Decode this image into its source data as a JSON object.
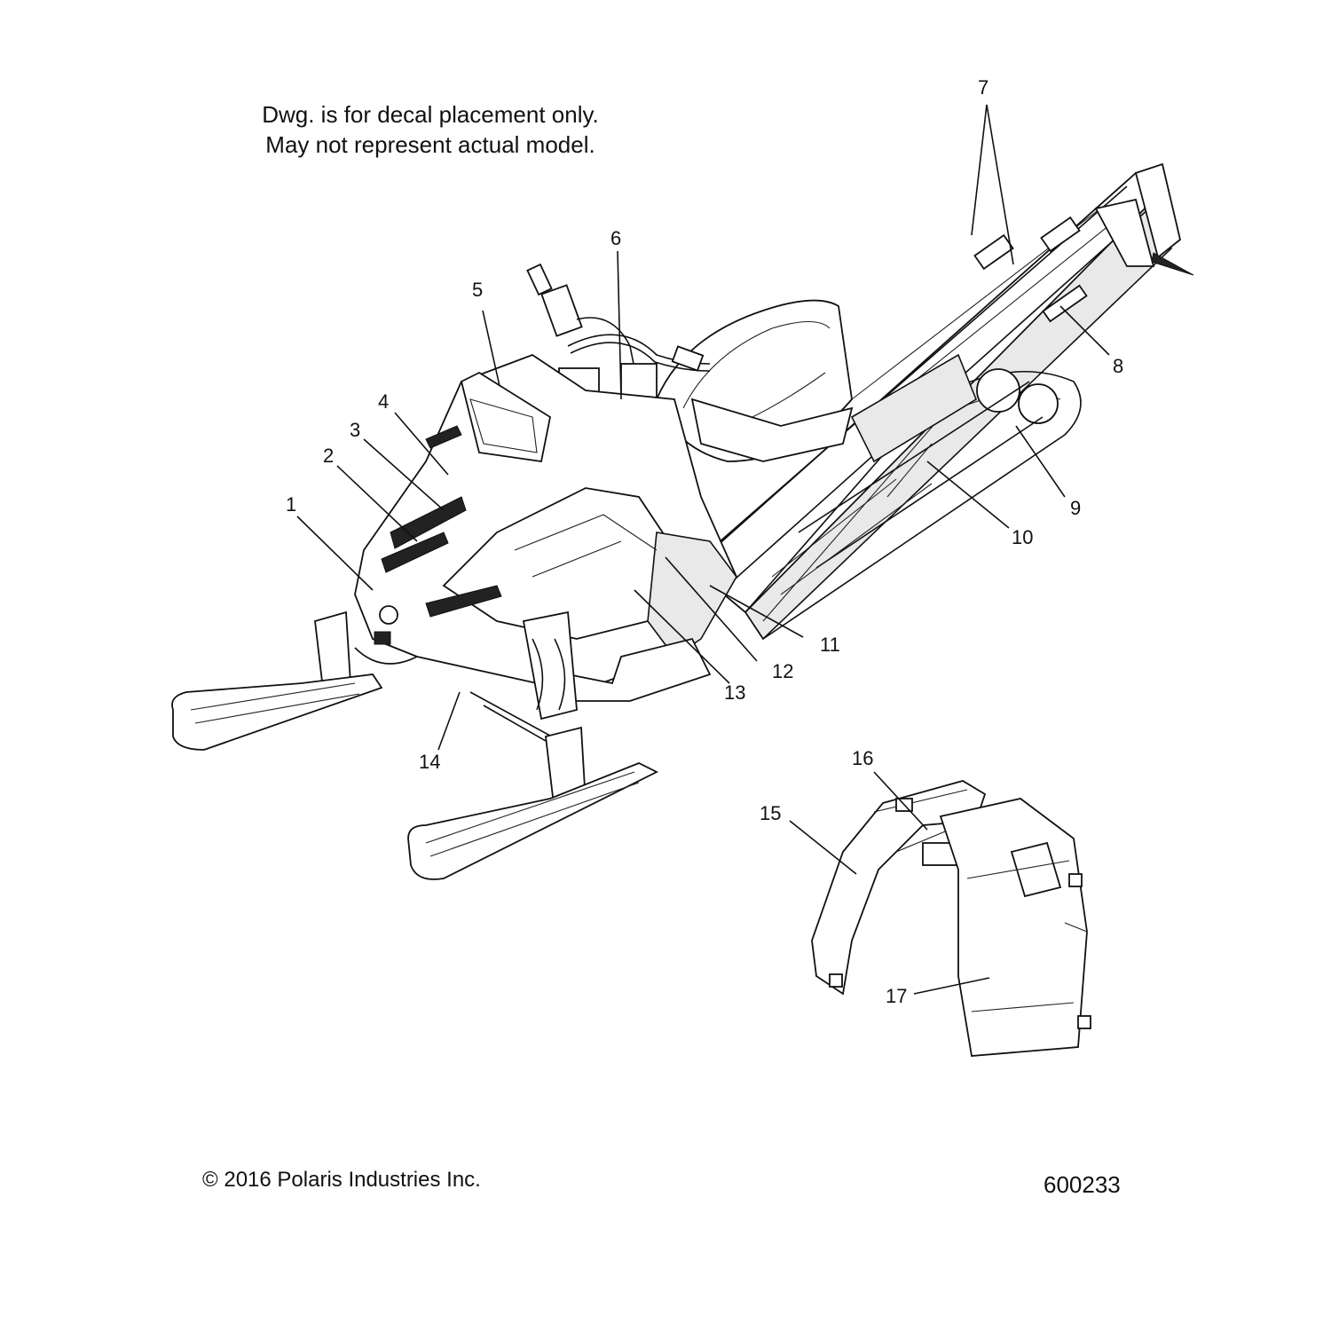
{
  "note": {
    "line1": "Dwg. is for decal placement only.",
    "line2": "May not represent actual model."
  },
  "footer": {
    "copyright": "© 2016 Polaris Industries Inc.",
    "drawing_number": "600233"
  },
  "callouts": [
    "1",
    "2",
    "3",
    "4",
    "5",
    "6",
    "7",
    "8",
    "9",
    "10",
    "11",
    "12",
    "13",
    "14",
    "15",
    "16",
    "17"
  ]
}
